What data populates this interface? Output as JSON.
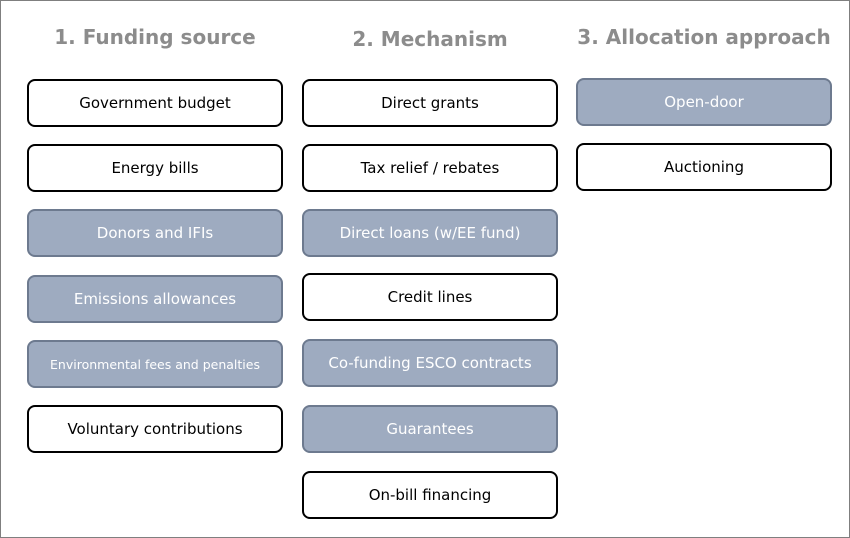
{
  "columns": [
    {
      "title": "1. Funding source",
      "items": [
        {
          "label": "Government  budget",
          "filled": false
        },
        {
          "label": "Energy bills",
          "filled": false
        },
        {
          "label": "Donors and IFIs",
          "filled": true
        },
        {
          "label": "Emissions allowances",
          "filled": true
        },
        {
          "label": "Environmental fees and penalties",
          "filled": true
        },
        {
          "label": "Voluntary contributions",
          "filled": false
        }
      ]
    },
    {
      "title": "2. Mechanism",
      "items": [
        {
          "label": "Direct grants",
          "filled": false
        },
        {
          "label": "Tax relief / rebates",
          "filled": false
        },
        {
          "label": "Direct loans (w/EE fund)",
          "filled": true
        },
        {
          "label": "Credit lines",
          "filled": false
        },
        {
          "label": "Co-funding ESCO contracts",
          "filled": true
        },
        {
          "label": "Guarantees",
          "filled": true
        },
        {
          "label": "On-bill financing",
          "filled": false
        }
      ]
    },
    {
      "title": "3. Allocation approach",
      "items": [
        {
          "label": "Open-door",
          "filled": true
        },
        {
          "label": "Auctioning",
          "filled": false
        }
      ]
    }
  ],
  "colors": {
    "heading": "#8c8c8c",
    "filled_box": "#9eabc0",
    "filled_border": "#6d7a8f",
    "outline_border": "#000000"
  }
}
